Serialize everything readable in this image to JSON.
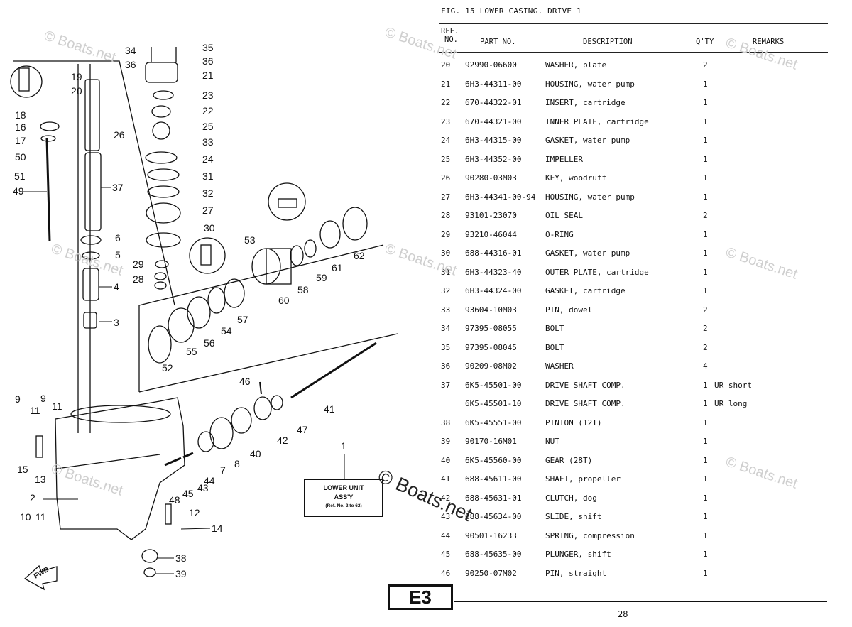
{
  "figure": {
    "title": "FIG. 15  LOWER CASING. DRIVE 1"
  },
  "table": {
    "headers": {
      "ref": "REF.",
      "no": "NO.",
      "part_no": "PART NO.",
      "description": "DESCRIPTION",
      "qty": "Q'TY",
      "remarks": "REMARKS"
    },
    "rows": [
      {
        "ref": "20",
        "part": "92990-06600",
        "desc": "WASHER, plate",
        "qty": "2",
        "remarks": ""
      },
      {
        "ref": "21",
        "part": "6H3-44311-00",
        "desc": "HOUSING, water pump",
        "qty": "1",
        "remarks": ""
      },
      {
        "ref": "22",
        "part": "670-44322-01",
        "desc": "INSERT, cartridge",
        "qty": "1",
        "remarks": ""
      },
      {
        "ref": "23",
        "part": "670-44321-00",
        "desc": "INNER PLATE, cartridge",
        "qty": "1",
        "remarks": ""
      },
      {
        "ref": "24",
        "part": "6H3-44315-00",
        "desc": "GASKET, water pump",
        "qty": "1",
        "remarks": ""
      },
      {
        "ref": "25",
        "part": "6H3-44352-00",
        "desc": "IMPELLER",
        "qty": "1",
        "remarks": ""
      },
      {
        "ref": "26",
        "part": "90280-03M03",
        "desc": "KEY, woodruff",
        "qty": "1",
        "remarks": ""
      },
      {
        "ref": "27",
        "part": "6H3-44341-00-94",
        "desc": "HOUSING, water pump",
        "qty": "1",
        "remarks": ""
      },
      {
        "ref": "28",
        "part": "93101-23070",
        "desc": "OIL SEAL",
        "qty": "2",
        "remarks": ""
      },
      {
        "ref": "29",
        "part": "93210-46044",
        "desc": "O-RING",
        "qty": "1",
        "remarks": ""
      },
      {
        "ref": "30",
        "part": "688-44316-01",
        "desc": "GASKET, water pump",
        "qty": "1",
        "remarks": ""
      },
      {
        "ref": "31",
        "part": "6H3-44323-40",
        "desc": "OUTER PLATE, cartridge",
        "qty": "1",
        "remarks": ""
      },
      {
        "ref": "32",
        "part": "6H3-44324-00",
        "desc": "GASKET, cartridge",
        "qty": "1",
        "remarks": ""
      },
      {
        "ref": "33",
        "part": "93604-10M03",
        "desc": "PIN, dowel",
        "qty": "2",
        "remarks": ""
      },
      {
        "ref": "34",
        "part": "97395-08055",
        "desc": "BOLT",
        "qty": "2",
        "remarks": ""
      },
      {
        "ref": "35",
        "part": "97395-08045",
        "desc": "BOLT",
        "qty": "2",
        "remarks": ""
      },
      {
        "ref": "36",
        "part": "90209-08M02",
        "desc": "WASHER",
        "qty": "4",
        "remarks": ""
      },
      {
        "ref": "37",
        "part": "6K5-45501-00",
        "desc": "DRIVE SHAFT COMP.",
        "qty": "1",
        "remarks": "UR short"
      },
      {
        "ref": "",
        "part": "6K5-45501-10",
        "desc": "DRIVE SHAFT COMP.",
        "qty": "1",
        "remarks": "UR long"
      },
      {
        "ref": "38",
        "part": "6K5-45551-00",
        "desc": "PINION (12T)",
        "qty": "1",
        "remarks": ""
      },
      {
        "ref": "39",
        "part": "90170-16M01",
        "desc": "NUT",
        "qty": "1",
        "remarks": ""
      },
      {
        "ref": "40",
        "part": "6K5-45560-00",
        "desc": "GEAR (28T)",
        "qty": "1",
        "remarks": ""
      },
      {
        "ref": "41",
        "part": "688-45611-00",
        "desc": "SHAFT, propeller",
        "qty": "1",
        "remarks": ""
      },
      {
        "ref": "42",
        "part": "688-45631-01",
        "desc": "CLUTCH, dog",
        "qty": "1",
        "remarks": ""
      },
      {
        "ref": "43",
        "part": "688-45634-00",
        "desc": "SLIDE, shift",
        "qty": "1",
        "remarks": ""
      },
      {
        "ref": "44",
        "part": "90501-16233",
        "desc": "SPRING, compression",
        "qty": "1",
        "remarks": ""
      },
      {
        "ref": "45",
        "part": "688-45635-00",
        "desc": "PLUNGER, shift",
        "qty": "1",
        "remarks": ""
      },
      {
        "ref": "46",
        "part": "90250-07M02",
        "desc": "PIN, straight",
        "qty": "1",
        "remarks": ""
      }
    ]
  },
  "diagram": {
    "callouts": [
      "1",
      "2",
      "3",
      "4",
      "5",
      "6",
      "7",
      "8",
      "9",
      "9",
      "10",
      "11",
      "11",
      "11",
      "12",
      "13",
      "14",
      "15",
      "16",
      "17",
      "18",
      "19",
      "20",
      "21",
      "22",
      "23",
      "24",
      "25",
      "26",
      "27",
      "28",
      "29",
      "30",
      "31",
      "32",
      "33",
      "34",
      "35",
      "36",
      "36",
      "37",
      "38",
      "39",
      "40",
      "41",
      "42",
      "43",
      "44",
      "45",
      "46",
      "47",
      "48",
      "49",
      "50",
      "51",
      "52",
      "53",
      "54",
      "55",
      "56",
      "57",
      "58",
      "59",
      "60",
      "61",
      "62"
    ],
    "lower_unit_box": {
      "line1": "LOWER UNIT",
      "line2": "ASS'Y",
      "line3": "(Ref. No. 2 to 62)"
    },
    "fwd_label": "FWD"
  },
  "watermark": "© Boats.net",
  "section_badge": "E3",
  "page_number": "28"
}
